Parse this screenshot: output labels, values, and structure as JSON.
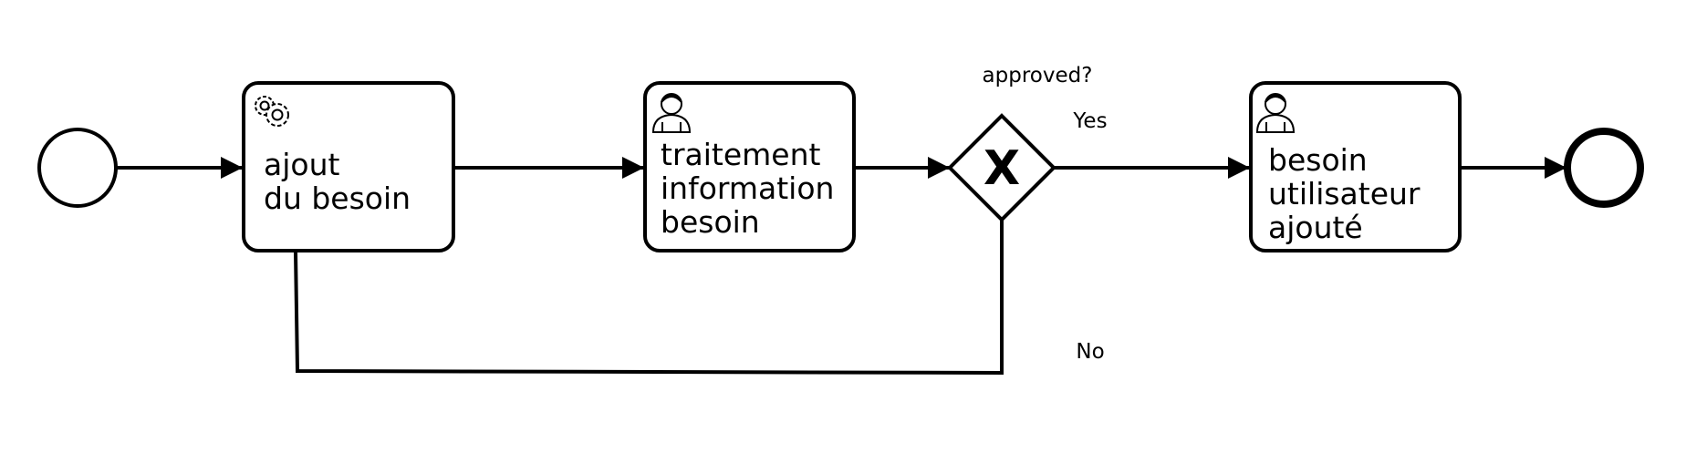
{
  "tasks": {
    "task1": {
      "lines": [
        "ajout",
        "du besoin"
      ],
      "type": "service"
    },
    "task2": {
      "lines": [
        "traitement",
        "information",
        "besoin"
      ],
      "type": "user"
    },
    "task3": {
      "lines": [
        "besoin",
        "utilisateur",
        "ajouté"
      ],
      "type": "user"
    }
  },
  "gateway": {
    "type": "exclusive",
    "symbol": "X",
    "label": "approved?"
  },
  "flows": {
    "yes_label": "Yes",
    "no_label": "No"
  },
  "icons": {
    "service": "gear-icon",
    "user": "user-icon"
  }
}
